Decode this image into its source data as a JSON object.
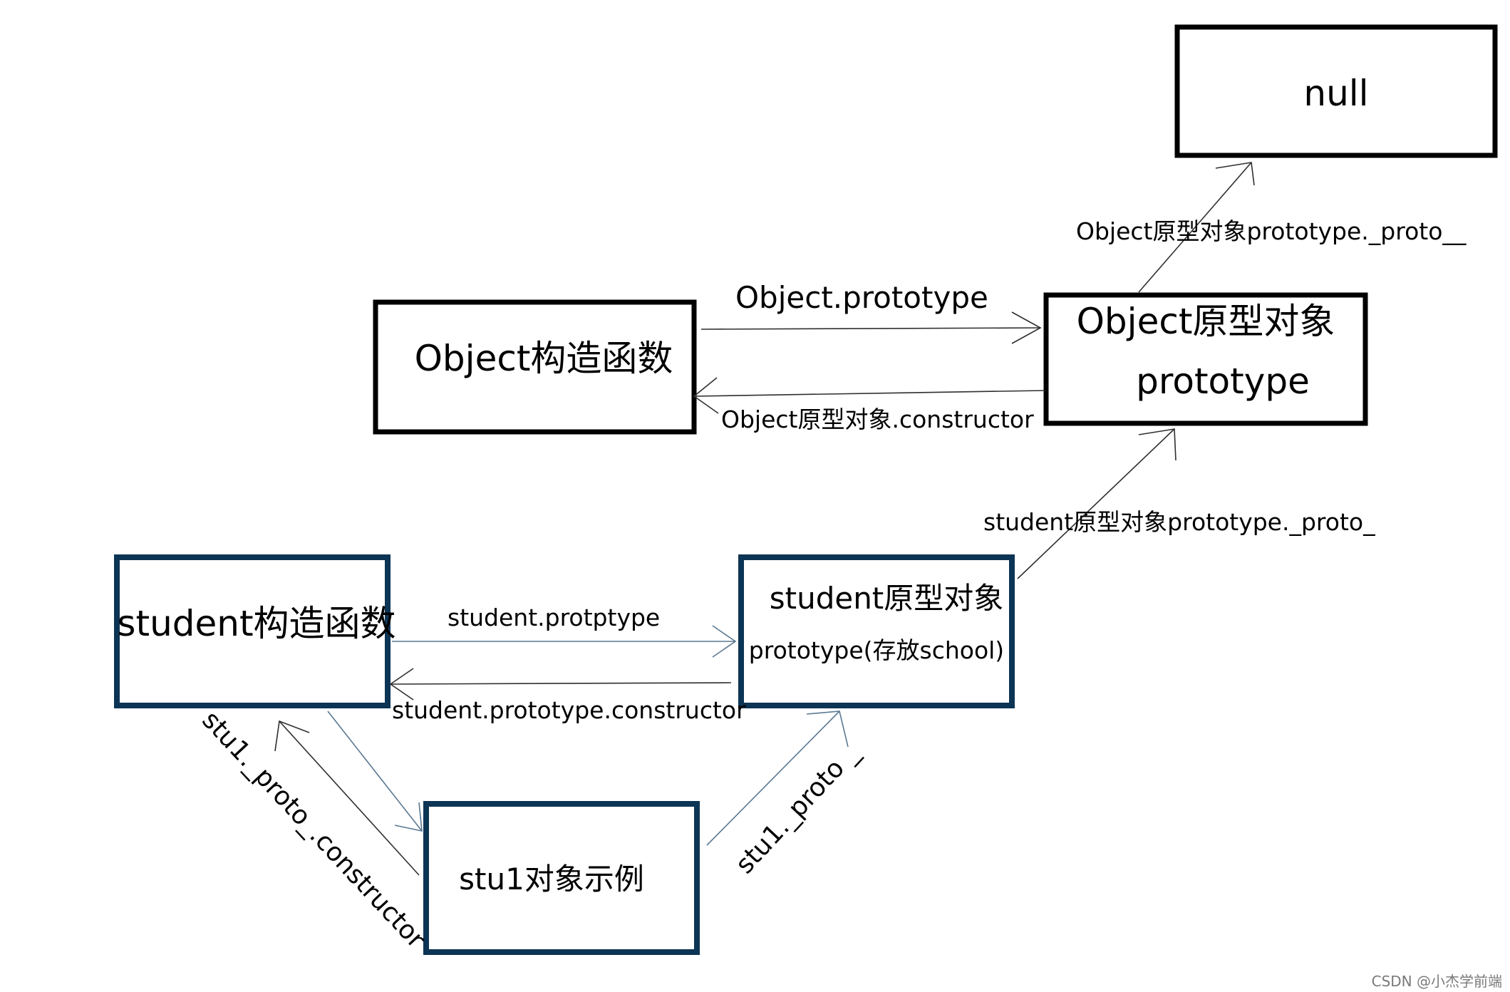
{
  "boxes": {
    "null_box": "null",
    "object_proto_line1": "Object原型对象",
    "object_proto_line2": "prototype",
    "object_ctor": "Object构造函数",
    "student_ctor": "student构造函数",
    "student_proto_line1": "student原型对象",
    "student_proto_line2": "prototype(存放school)",
    "stu1": "stu1对象示例"
  },
  "labels": {
    "object_proto_to_null": "Object原型对象prototype._proto__",
    "object_prototype": "Object.prototype",
    "object_constructor": "Object原型对象.constructor",
    "student_proto_to_object": "student原型对象prototype._proto_",
    "student_protptype": "student.protptype",
    "student_prototype_constructor": "student.prototype.constructor",
    "stu1_proto_constructor": "stu1._proto_.constructor",
    "stu1_proto": "stu1._proto _"
  },
  "watermark": "CSDN @小杰学前端",
  "colors": {
    "black_box": "#000000",
    "navy_box": "#0c3454",
    "dark_arrow": "#2f2f2f",
    "blue_arrow": "#5a7891"
  }
}
